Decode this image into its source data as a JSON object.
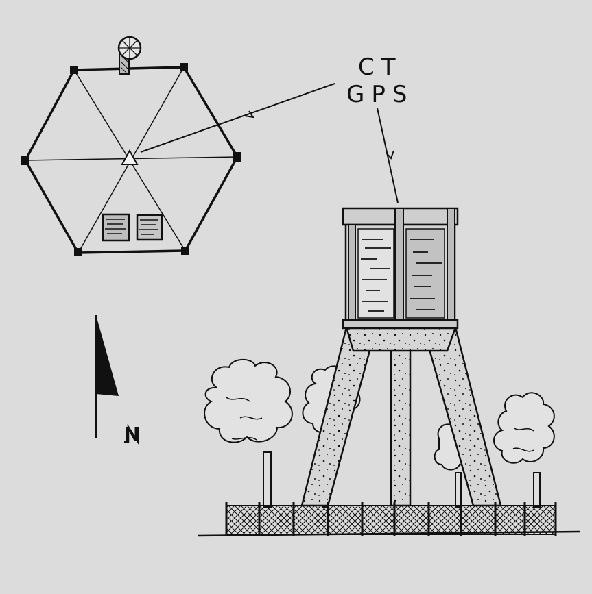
{
  "labels": {
    "line1": "CT",
    "line2": "GPS",
    "north": "N"
  },
  "colors": {
    "background": "#dcdcdc",
    "ink": "#111111",
    "panel": "#bdbdbd"
  },
  "icons": [
    "north-arrow-icon",
    "wind-vane-icon"
  ]
}
